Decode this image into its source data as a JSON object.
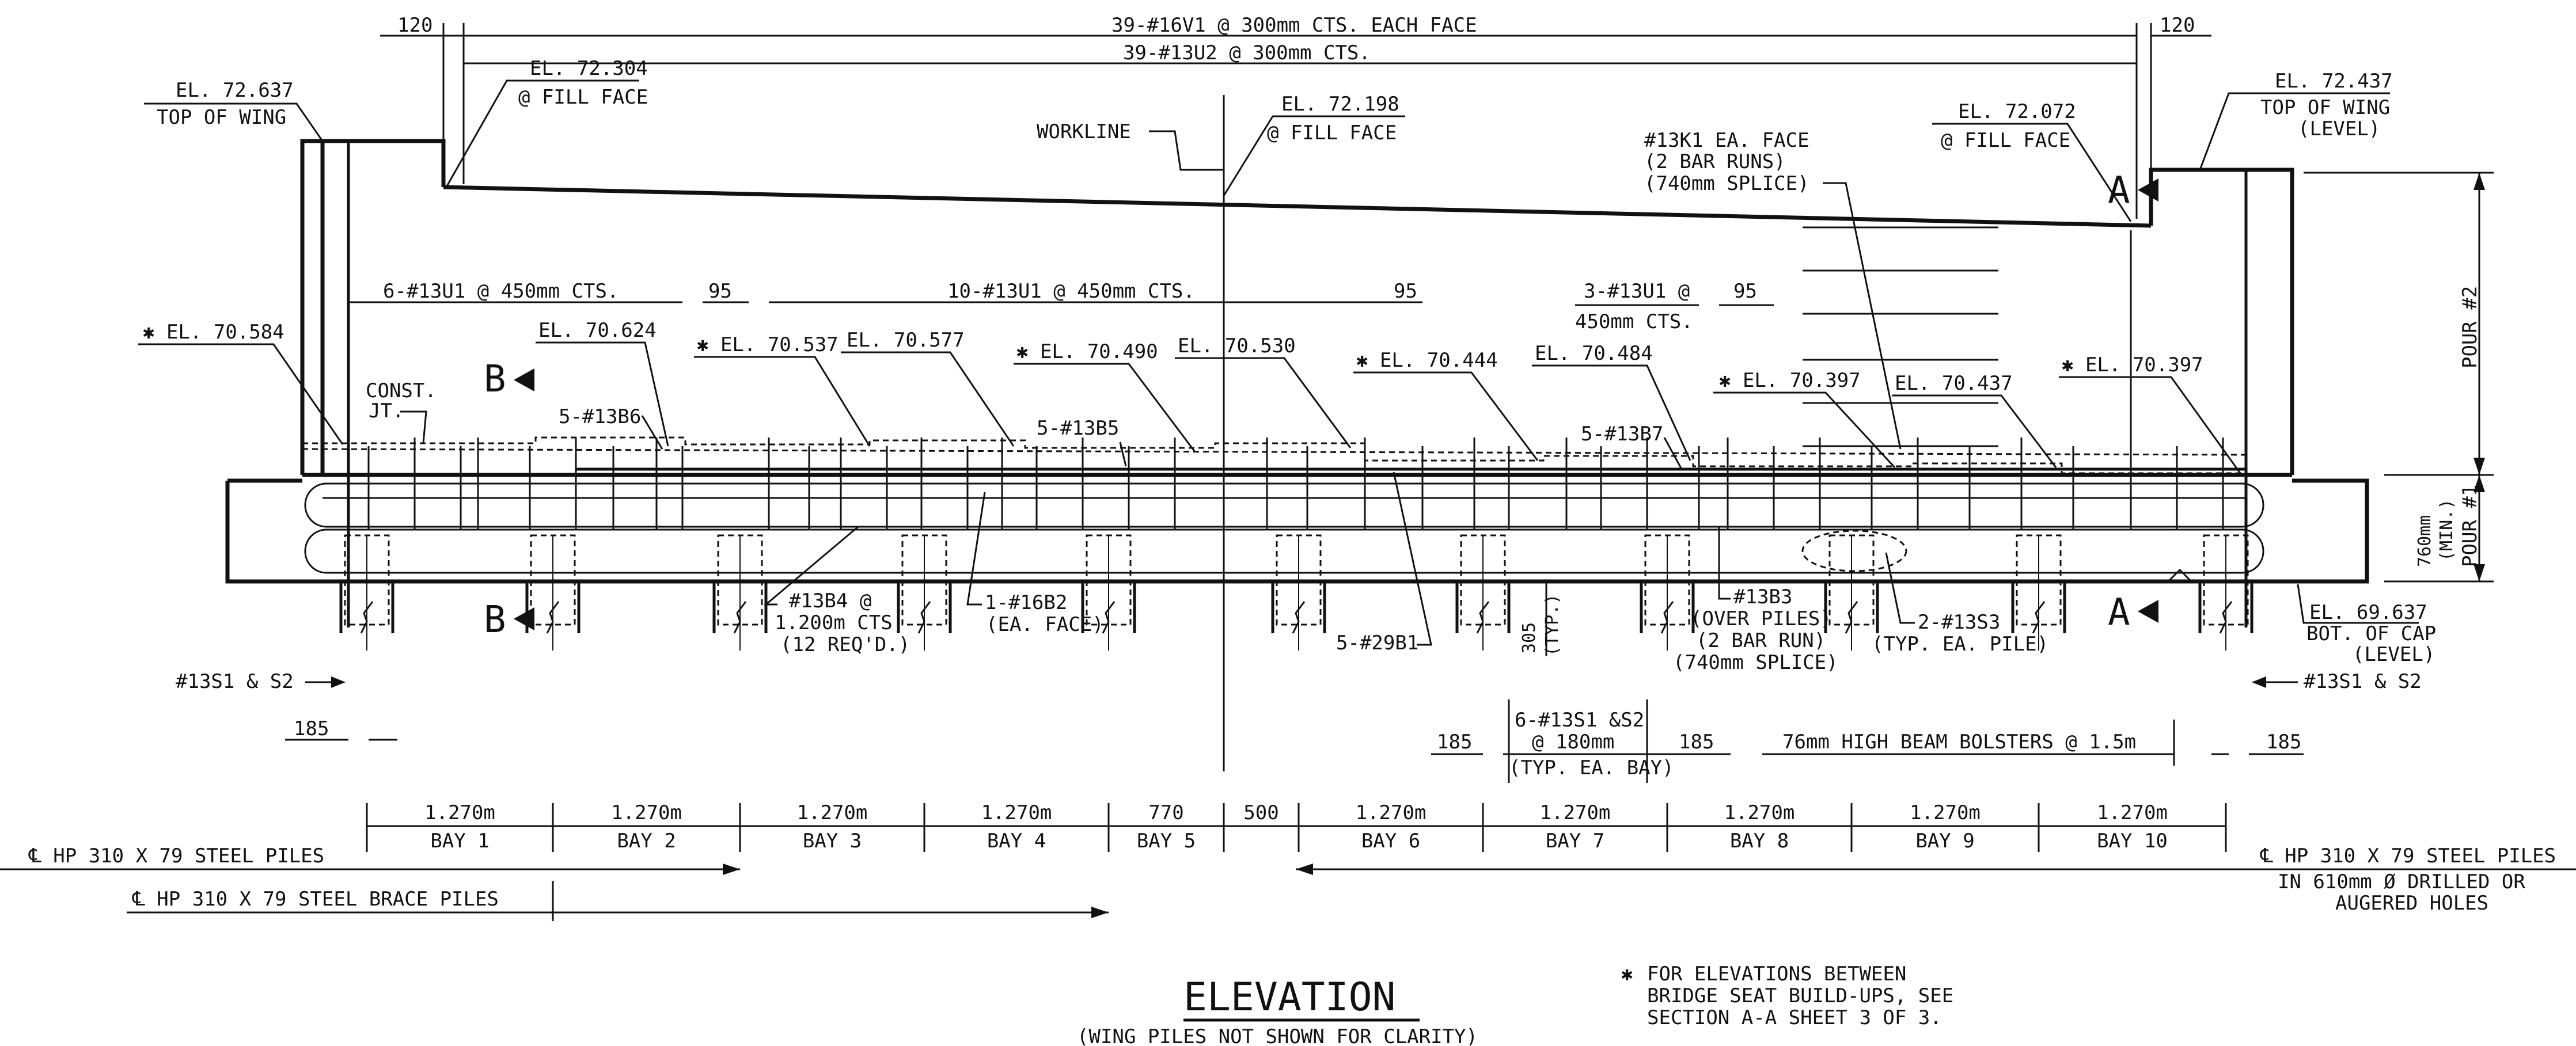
{
  "title": "ELEVATION",
  "subtitle": "(WING PILES NOT SHOWN FOR CLARITY)",
  "footnote": {
    "symbol": "✱",
    "lines": [
      "FOR ELEVATIONS BETWEEN",
      "BRIDGE SEAT BUILD-UPS, SEE",
      "SECTION A-A SHEET 3 OF 3."
    ]
  },
  "top_dims": {
    "left_120": "120",
    "right_120": "120",
    "v1": "39-#16V1 @ 300mm CTS. EACH FACE",
    "u2": "39-#13U2 @ 300mm CTS."
  },
  "elevations": {
    "top_wing_left": [
      "EL. 72.637",
      "TOP OF WING"
    ],
    "fill_face_left": [
      "EL. 72.304",
      "@ FILL FACE"
    ],
    "workline": "WORKLINE",
    "fill_face_mid": [
      "EL. 72.198",
      "@ FILL FACE"
    ],
    "fill_face_right": [
      "EL. 72.072",
      "@ FILL FACE"
    ],
    "top_wing_right": [
      "EL. 72.437",
      "TOP OF WING",
      "(LEVEL)"
    ],
    "bot_cap": [
      "EL. 69.637",
      "BOT. OF CAP",
      "(LEVEL)"
    ]
  },
  "seat_elevations": [
    {
      "text": "EL. 70.584",
      "star": true
    },
    {
      "text": "EL. 70.624",
      "star": false
    },
    {
      "text": "EL. 70.537",
      "star": true
    },
    {
      "text": "EL. 70.577",
      "star": false
    },
    {
      "text": "EL. 70.490",
      "star": true
    },
    {
      "text": "EL. 70.530",
      "star": false
    },
    {
      "text": "EL. 70.444",
      "star": true
    },
    {
      "text": "EL. 70.484",
      "star": false
    },
    {
      "text": "EL. 70.397",
      "star": true
    },
    {
      "text": "EL. 70.437",
      "star": false
    },
    {
      "text": "EL. 70.397",
      "star": true
    }
  ],
  "rebar": {
    "u1_left": "6-#13U1 @ 450mm CTS.",
    "d95": "95",
    "u1_mid": "10-#13U1 @ 450mm CTS.",
    "u1_right": [
      "3-#13U1 @",
      "450mm CTS."
    ],
    "k1": [
      "#13K1 EA. FACE",
      "(2 BAR RUNS)",
      "(740mm SPLICE)"
    ],
    "const_jt": [
      "CONST.",
      "JT."
    ],
    "b6": "5-#13B6",
    "b5": "5-#13B5",
    "b7": "5-#13B7",
    "b4": [
      "#13B4 @",
      "1.200m CTS.",
      "(12 REQ'D.)"
    ],
    "b2": [
      "1-#16B2",
      "(EA. FACE)"
    ],
    "b1": "5-#29B1",
    "d305": [
      "305",
      "(TYP.)"
    ],
    "b3": [
      "#13B3",
      "(OVER PILES)",
      "(2 BAR RUN)",
      "(740mm SPLICE)"
    ],
    "s3": [
      "2-#13S3",
      "(TYP. EA. PILE)"
    ],
    "s1s2": "#13S1 & S2",
    "d185": "185",
    "s1s2_bay": [
      "6-#13S1 &S2",
      "@ 180mm",
      "(TYP. EA. BAY)"
    ],
    "bolsters": "76mm HIGH BEAM BOLSTERS @ 1.5m"
  },
  "pours": {
    "pour2": "POUR #2",
    "pour1": "POUR #1",
    "min760": [
      "760mm",
      "(MIN.)"
    ]
  },
  "section_marks": {
    "a": "A",
    "b": "B"
  },
  "bays": [
    {
      "dim": "1.270m",
      "name": "BAY 1"
    },
    {
      "dim": "1.270m",
      "name": "BAY 2"
    },
    {
      "dim": "1.270m",
      "name": "BAY 3"
    },
    {
      "dim": "1.270m",
      "name": "BAY 4"
    },
    {
      "dim": "770",
      "name": "BAY 5"
    },
    {
      "dim": "500",
      "name": ""
    },
    {
      "dim": "1.270m",
      "name": "BAY 6"
    },
    {
      "dim": "1.270m",
      "name": "BAY 7"
    },
    {
      "dim": "1.270m",
      "name": "BAY 8"
    },
    {
      "dim": "1.270m",
      "name": "BAY 9"
    },
    {
      "dim": "1.270m",
      "name": "BAY 10"
    }
  ],
  "piles": {
    "left": "℄ HP 310 X 79 STEEL PILES",
    "brace": "℄ HP 310 X 79 STEEL BRACE PILES",
    "right": "℄ HP 310 X 79 STEEL PILES",
    "right_note": [
      "IN 610mm Ø DRILLED OR",
      "AUGERED HOLES"
    ]
  }
}
